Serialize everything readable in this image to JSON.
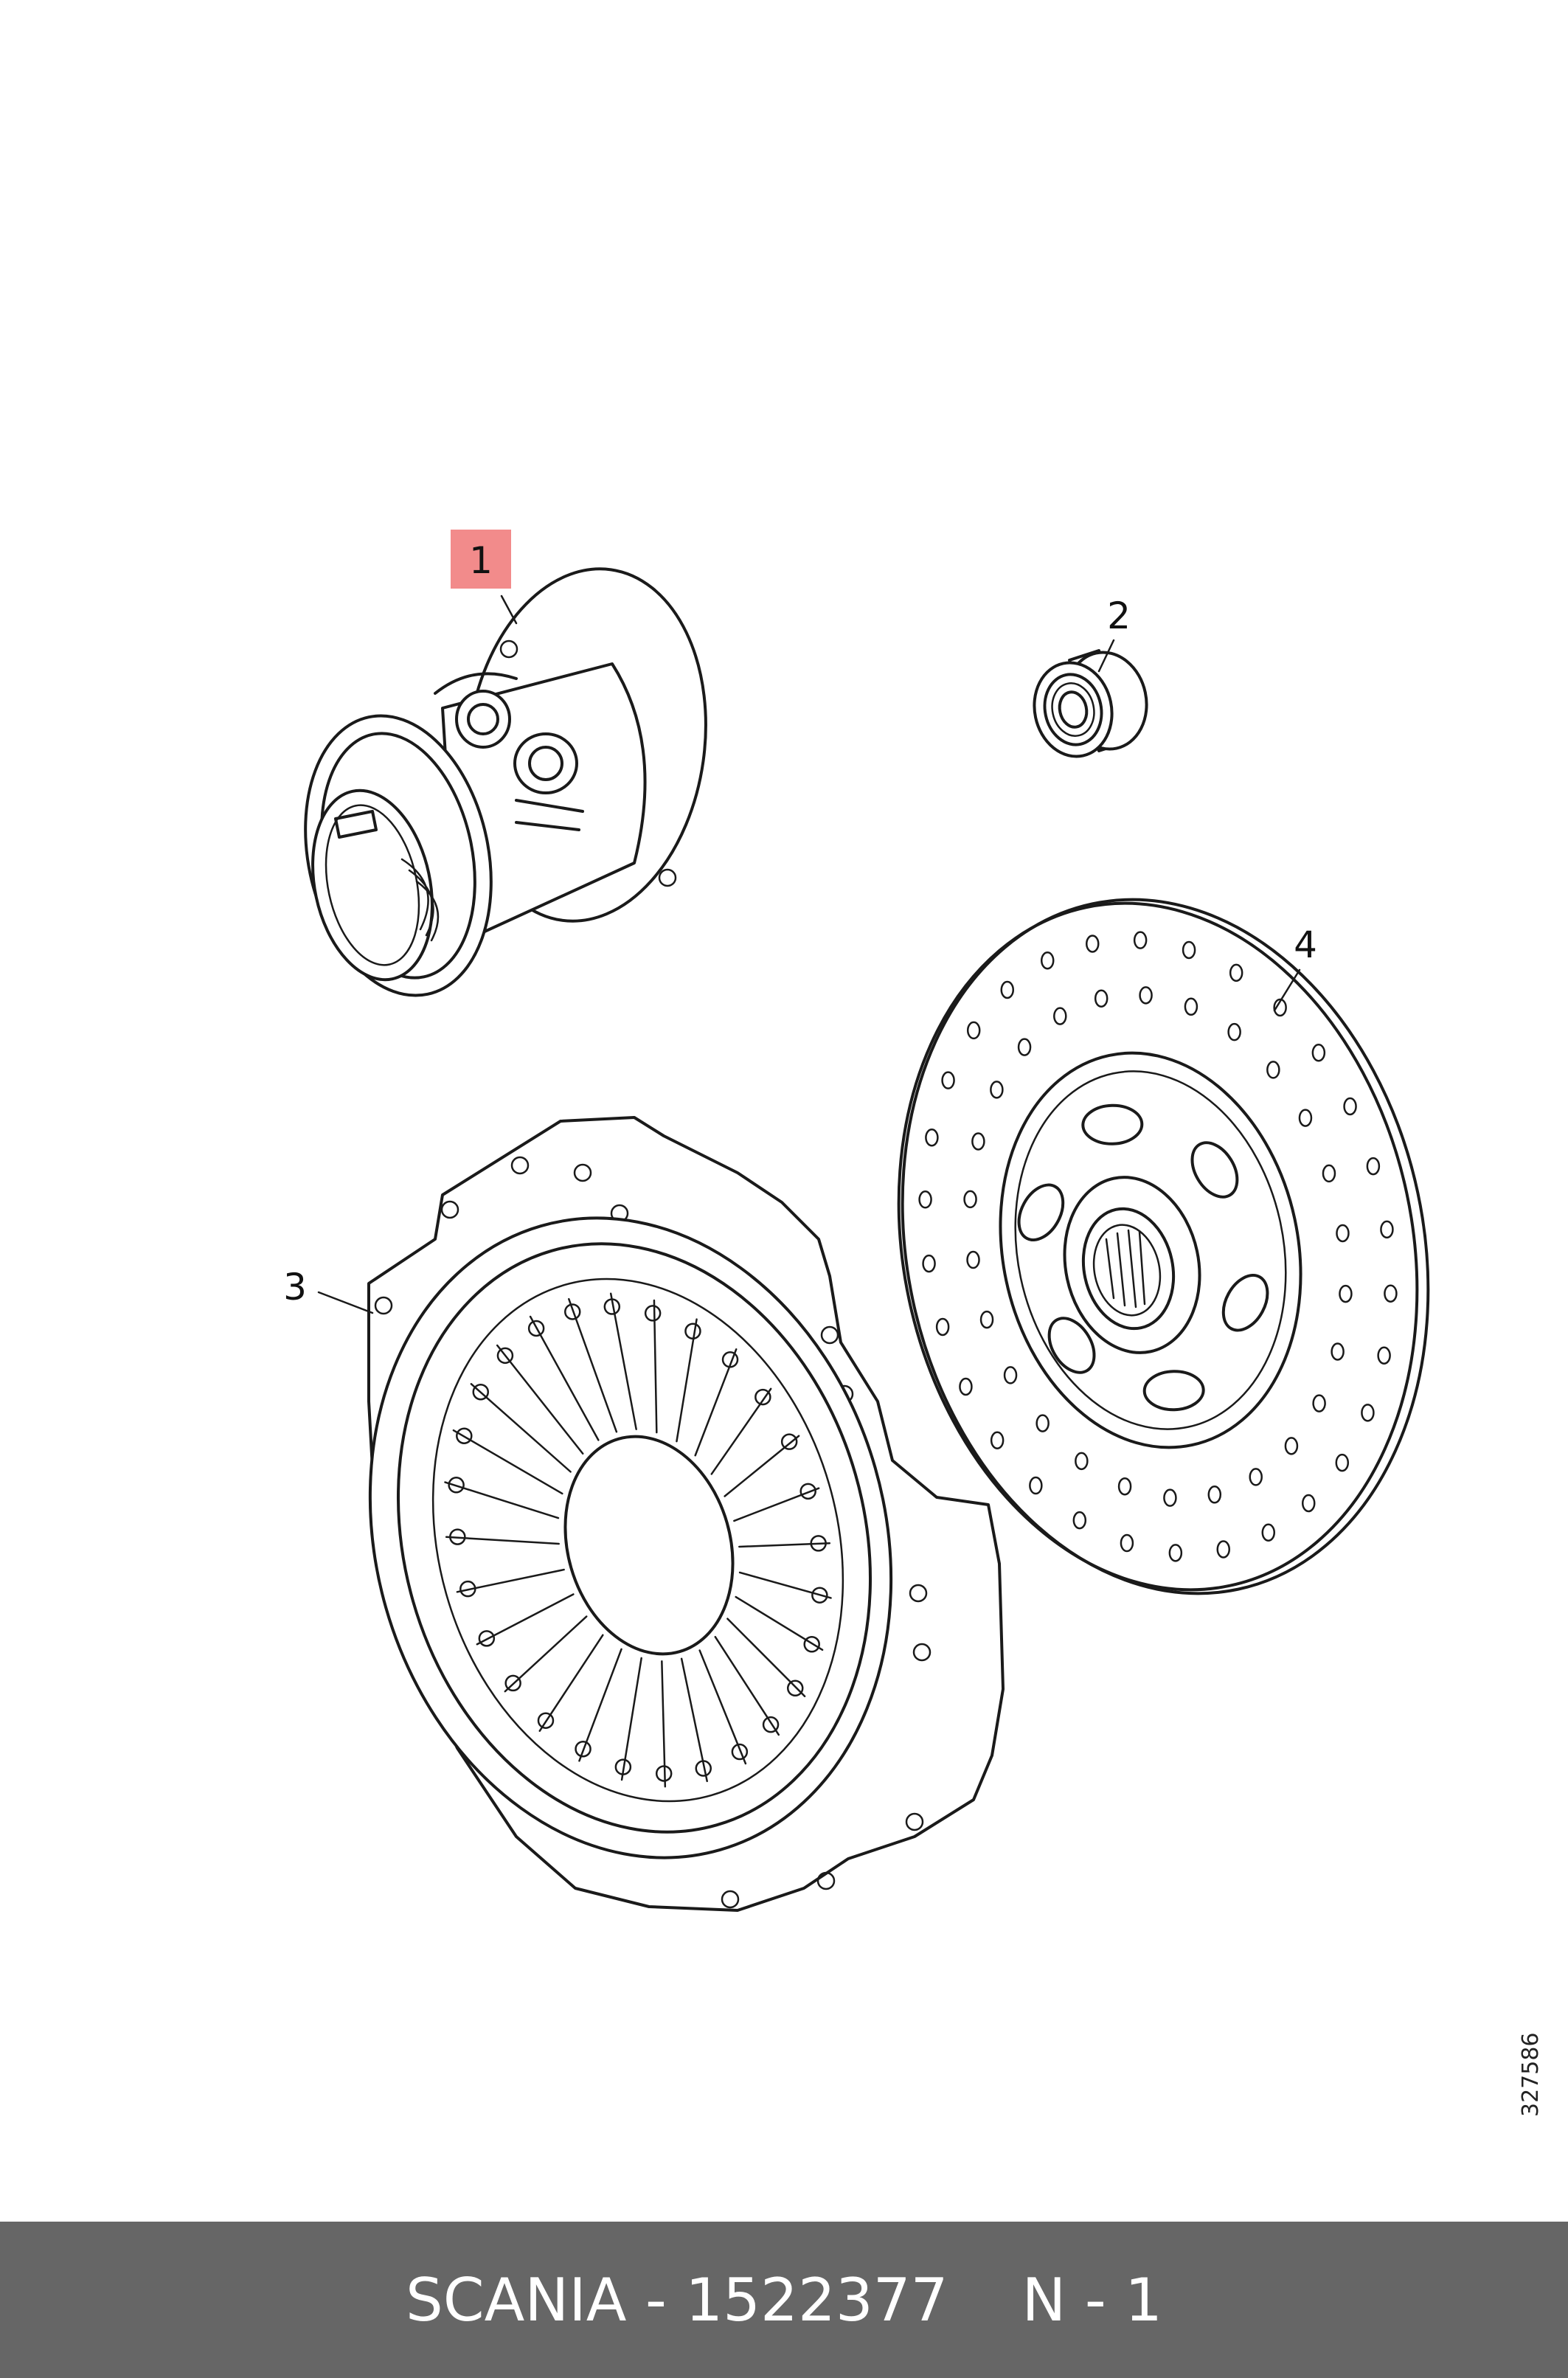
{
  "callouts": {
    "part_1": "1",
    "part_2": "2",
    "part_3": "3",
    "part_4": "4"
  },
  "highlight_color": "#f28b8b",
  "drawing_number": "327586",
  "footer": {
    "brand": "SCANIA",
    "separator": " - ",
    "part_number": "1522377",
    "position_label": "N - 1"
  }
}
